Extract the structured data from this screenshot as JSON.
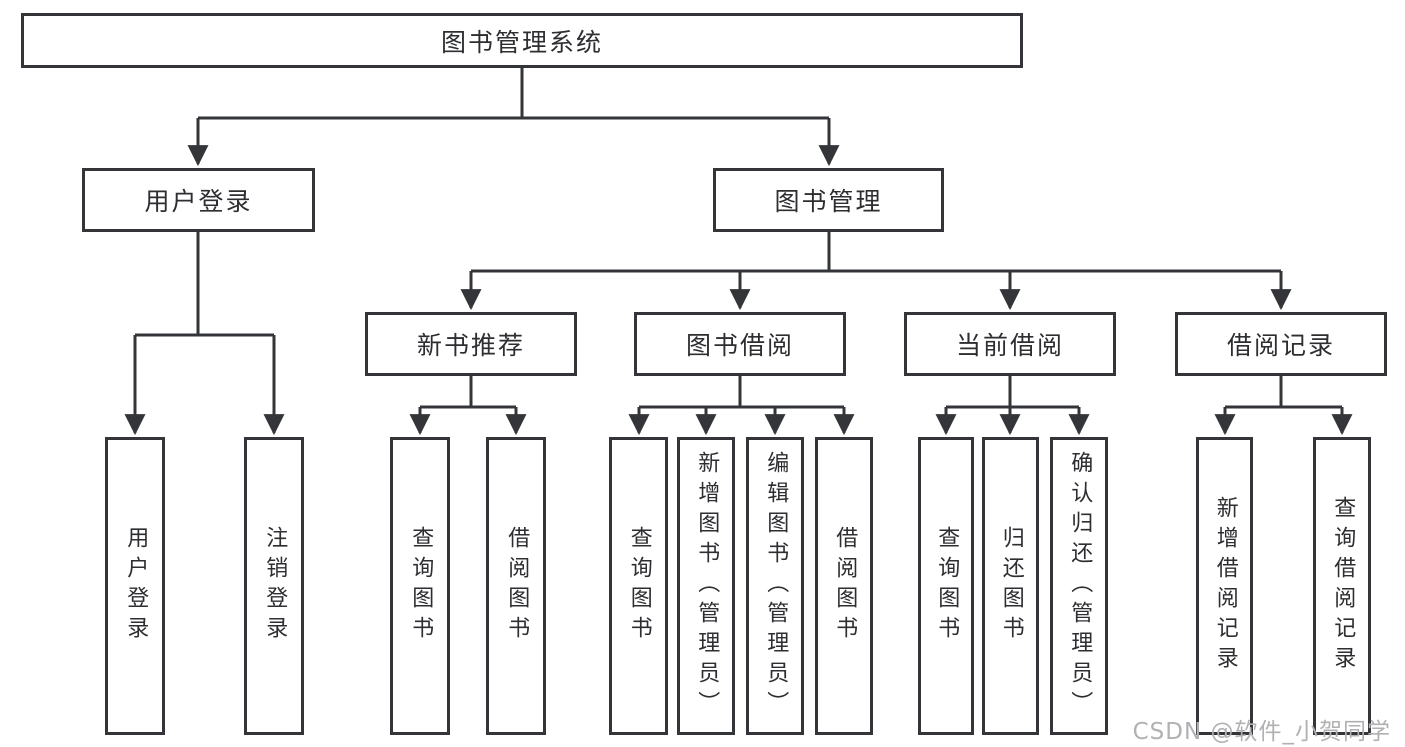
{
  "diagram": {
    "title": "图书管理系统",
    "colors": {
      "line": "#333538",
      "node_border": "#333538",
      "node_background": "#ffffff",
      "text": "#2d2e31",
      "watermark": "#b1b0b3",
      "page_background": "#ffffff"
    },
    "tree": {
      "root": {
        "label": "图书管理系统"
      },
      "branches": [
        {
          "label": "用户登录",
          "children": [
            {
              "label": "用户登录"
            },
            {
              "label": "注销登录"
            }
          ]
        },
        {
          "label": "图书管理",
          "children": [
            {
              "label": "新书推荐",
              "children": [
                {
                  "label": "查询图书"
                },
                {
                  "label": "借阅图书"
                }
              ]
            },
            {
              "label": "图书借阅",
              "children": [
                {
                  "label": "查询图书"
                },
                {
                  "label": "新增图书（管理员）"
                },
                {
                  "label": "编辑图书（管理员）"
                },
                {
                  "label": "借阅图书"
                }
              ]
            },
            {
              "label": "当前借阅",
              "children": [
                {
                  "label": "查询图书"
                },
                {
                  "label": "归还图书"
                },
                {
                  "label": "确认归还（管理员）"
                }
              ]
            },
            {
              "label": "借阅记录",
              "children": [
                {
                  "label": "新增借阅记录"
                },
                {
                  "label": "查询借阅记录"
                }
              ]
            }
          ]
        }
      ]
    }
  },
  "watermark": {
    "text": "CSDN @软件_小贺同学"
  }
}
